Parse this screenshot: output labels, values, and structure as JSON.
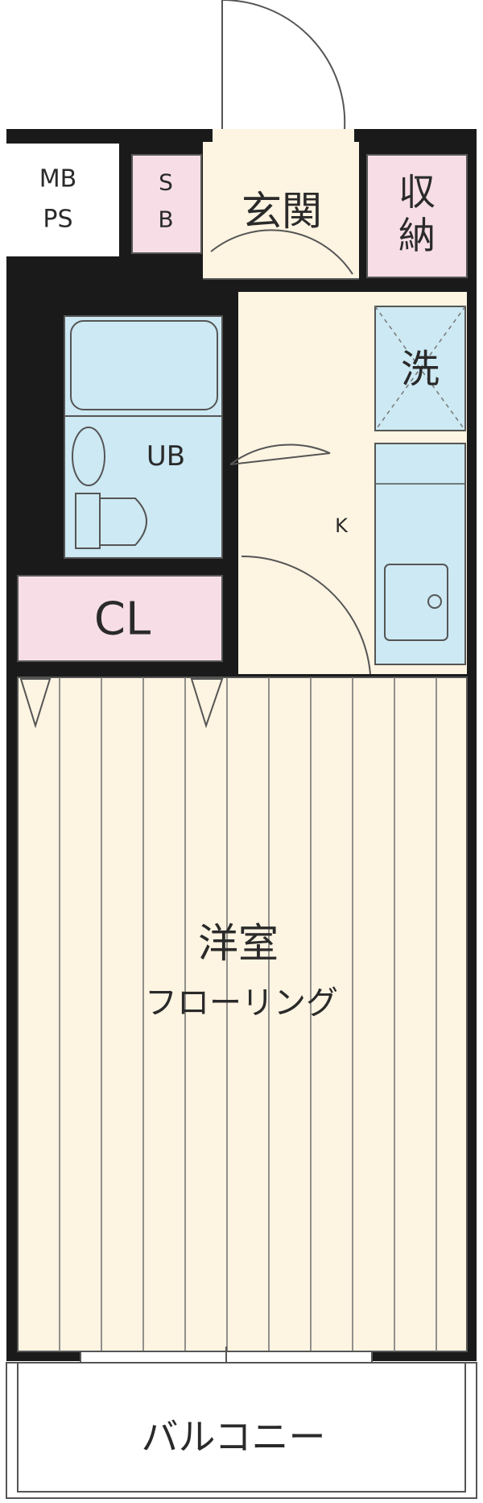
{
  "colors": {
    "wall": "#1a1a1a",
    "floor": "#fdf4e2",
    "storage": "#f6dde6",
    "bath": "#cde9f3",
    "stroke": "#555555",
    "background": "#ffffff"
  },
  "rooms": {
    "mbps_line1": "MB",
    "mbps_line2": "PS",
    "sb_line1": "S",
    "sb_line2": "B",
    "entrance": "玄関",
    "storage_line1": "収",
    "storage_line2": "納",
    "washer": "洗",
    "bath": "UB",
    "kitchen": "K",
    "closet": "CL",
    "western_room": "洋室",
    "flooring": "フローリング",
    "balcony": "バルコニー"
  }
}
